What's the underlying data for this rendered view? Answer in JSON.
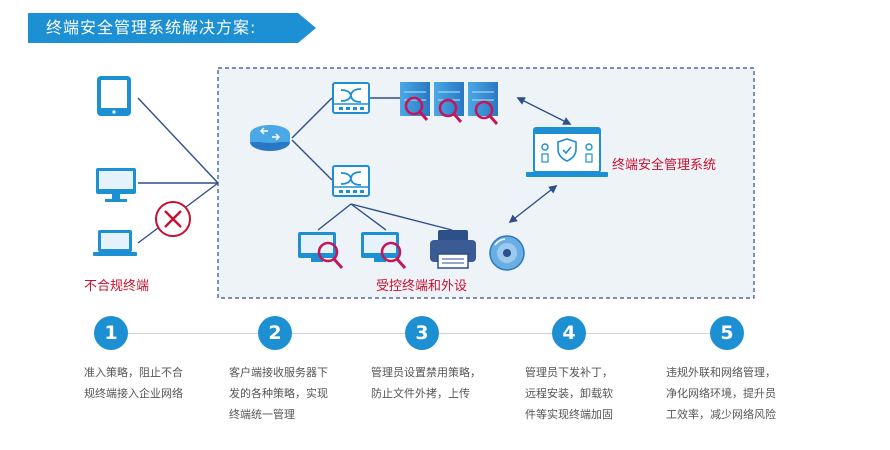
{
  "header": {
    "title": "终端安全管理系统解决方案:"
  },
  "diagram": {
    "system_label": "终端安全管理系统",
    "noncompliant_label": "不合规终端",
    "controlled_label": "受控终端和外设"
  },
  "steps": [
    {
      "number": "1",
      "lines": [
        "准入策略，阻止不合",
        "规终端接入企业网络"
      ]
    },
    {
      "number": "2",
      "lines": [
        "客户端接收服务器下",
        "发的各种策略，实现",
        "终端统一管理"
      ]
    },
    {
      "number": "3",
      "lines": [
        "管理员设置禁用策略，",
        "防止文件外拷，上传"
      ]
    },
    {
      "number": "4",
      "lines": [
        "管理员下发补丁，",
        "远程安装，卸载软",
        "件等实现终端加固"
      ]
    },
    {
      "number": "5",
      "lines": [
        "违规外联和网络管理，",
        "净化网络环境，提升员",
        "工效率，减少网络风险"
      ]
    }
  ],
  "colors": {
    "accent": "#1d8fd3",
    "alert": "#c8102e",
    "zone_fill": "#eef3f8",
    "zone_border": "#2d4f8a"
  }
}
